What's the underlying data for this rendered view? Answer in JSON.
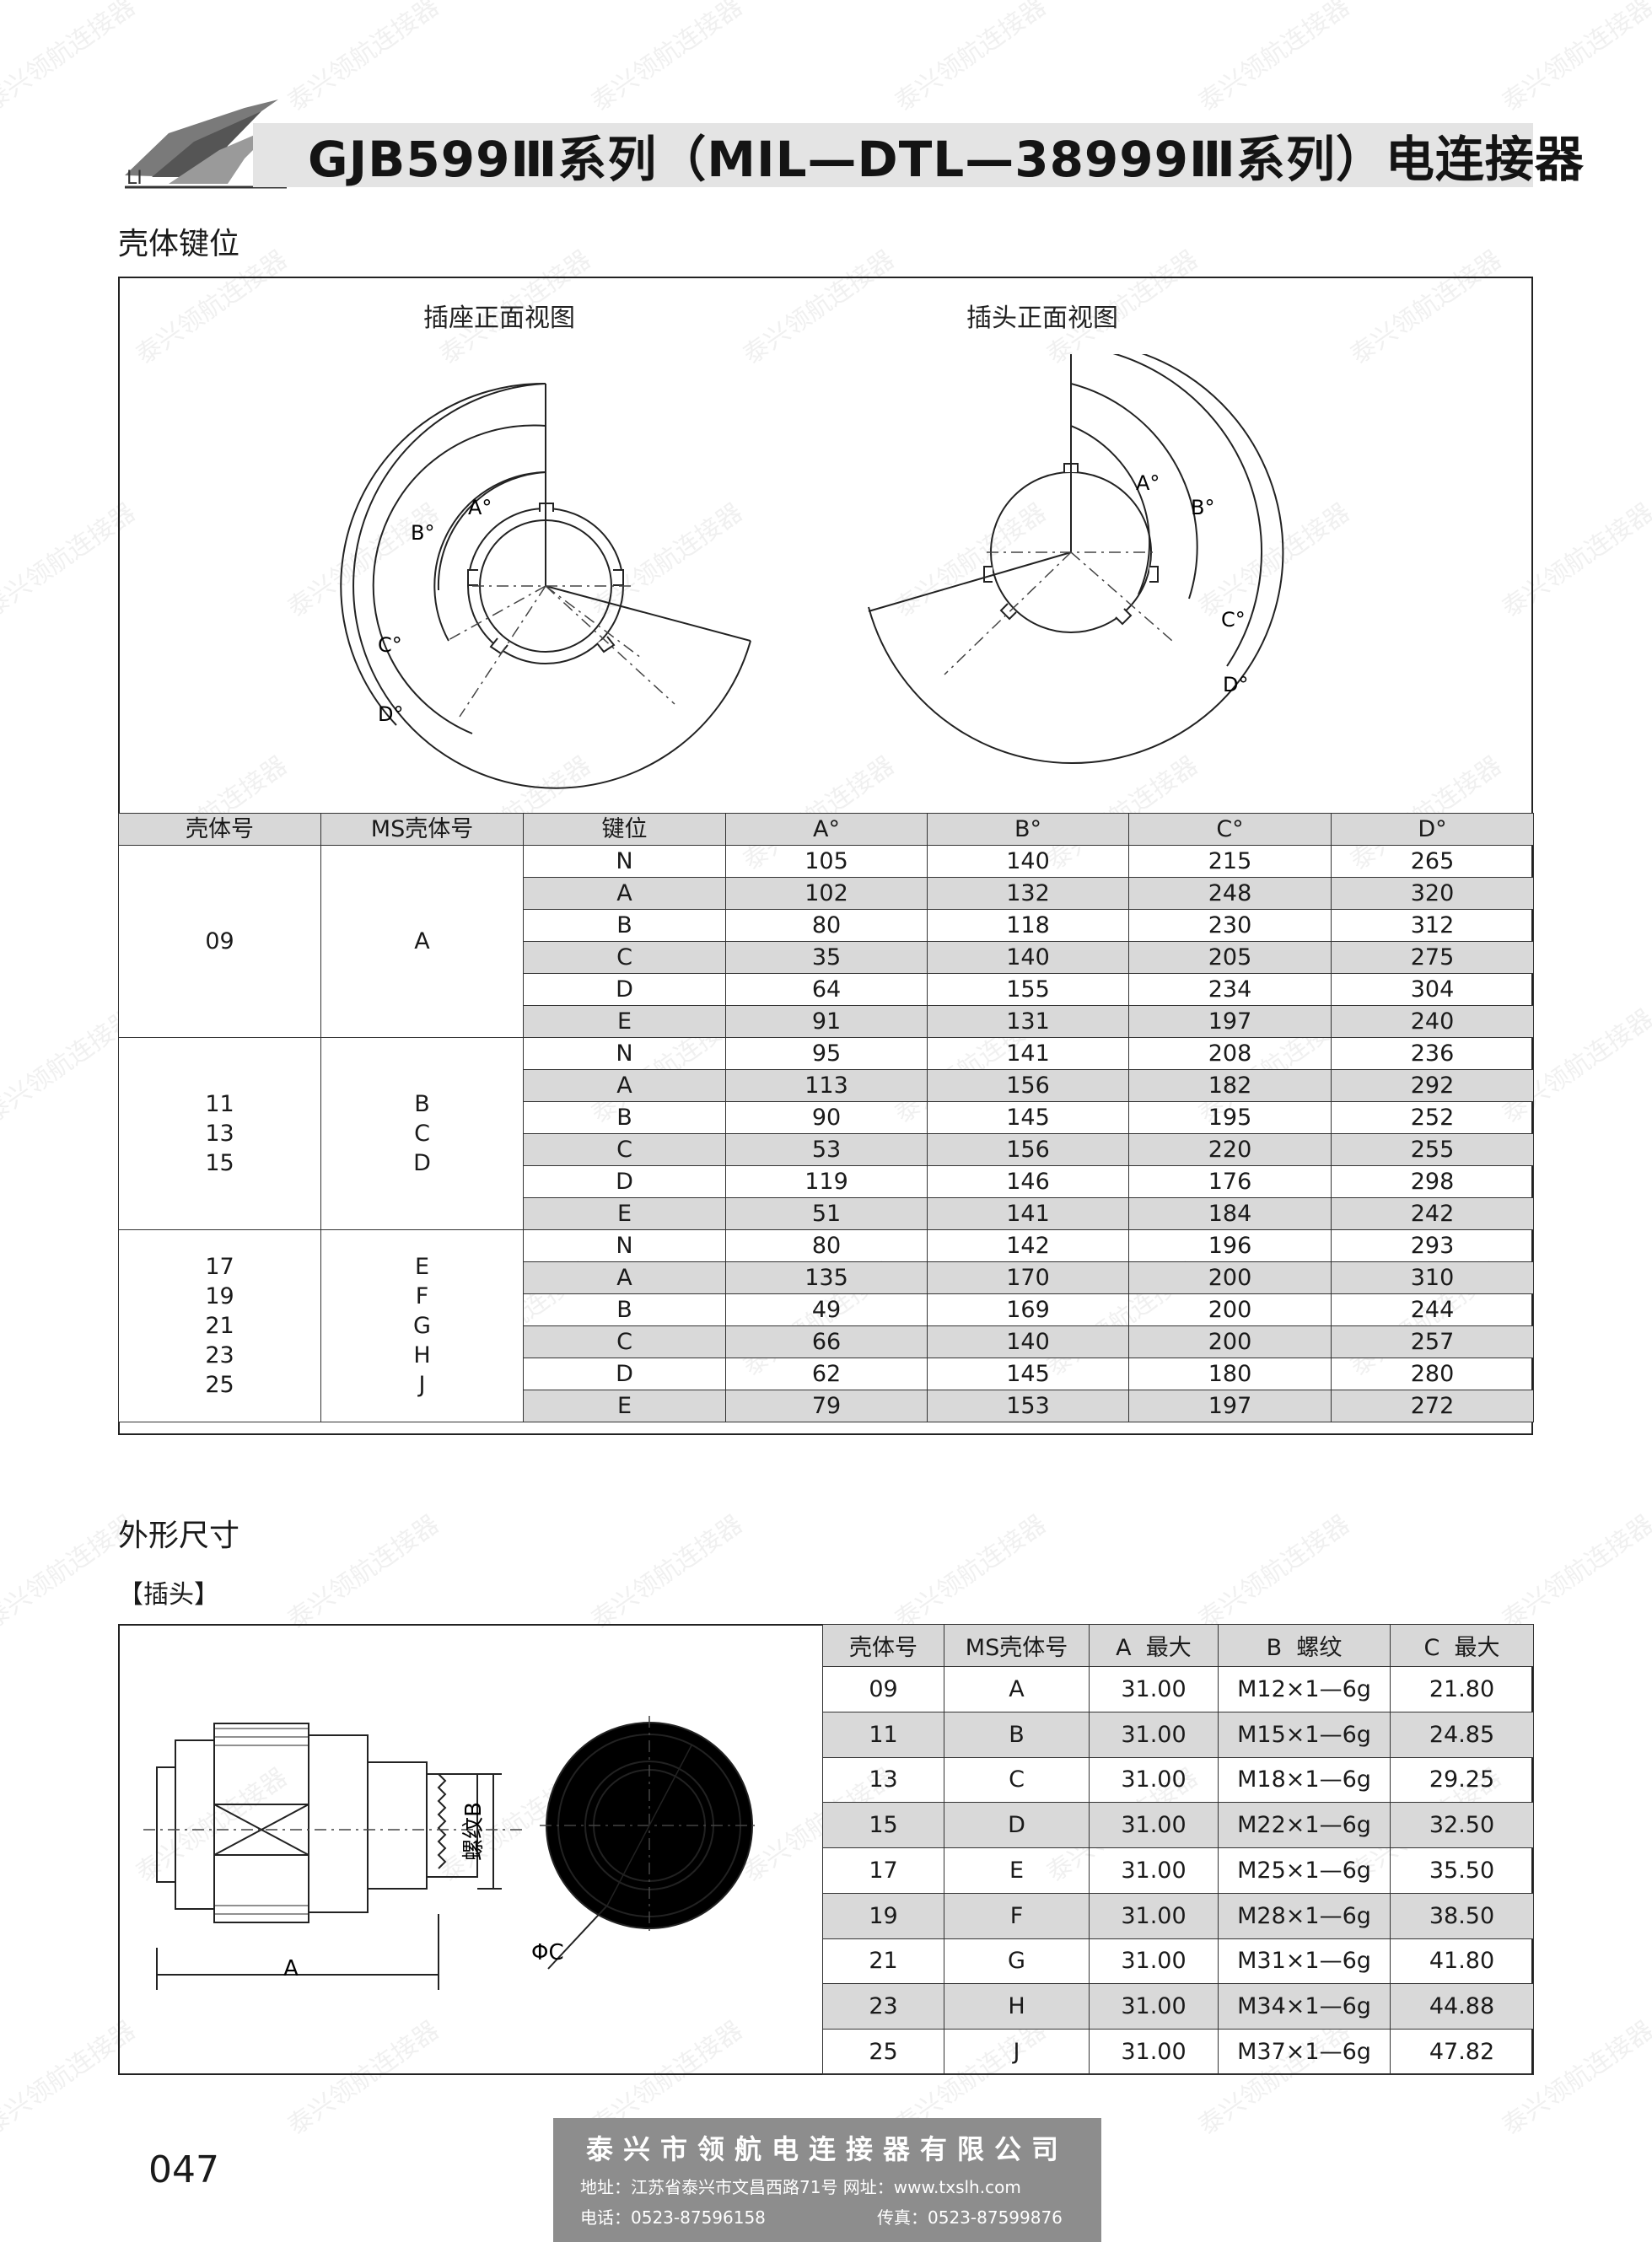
{
  "header": {
    "title": "GJB599Ⅲ系列（MIL—DTL—38999Ⅲ系列）电连接器"
  },
  "key_section": {
    "title": "壳体键位",
    "socket_view_label": "插座正面视图",
    "plug_view_label": "插头正面视图",
    "angle_labels": [
      "A°",
      "B°",
      "C°",
      "D°"
    ],
    "columns": [
      "壳体号",
      "MS壳体号",
      "键位",
      "A°",
      "B°",
      "C°",
      "D°"
    ],
    "groups": [
      {
        "shell": "09",
        "ms": "A",
        "rows": [
          [
            "N",
            "105",
            "140",
            "215",
            "265"
          ],
          [
            "A",
            "102",
            "132",
            "248",
            "320"
          ],
          [
            "B",
            "80",
            "118",
            "230",
            "312"
          ],
          [
            "C",
            "35",
            "140",
            "205",
            "275"
          ],
          [
            "D",
            "64",
            "155",
            "234",
            "304"
          ],
          [
            "E",
            "91",
            "131",
            "197",
            "240"
          ]
        ]
      },
      {
        "shell": "11\n13\n15",
        "ms": "B\nC\nD",
        "rows": [
          [
            "N",
            "95",
            "141",
            "208",
            "236"
          ],
          [
            "A",
            "113",
            "156",
            "182",
            "292"
          ],
          [
            "B",
            "90",
            "145",
            "195",
            "252"
          ],
          [
            "C",
            "53",
            "156",
            "220",
            "255"
          ],
          [
            "D",
            "119",
            "146",
            "176",
            "298"
          ],
          [
            "E",
            "51",
            "141",
            "184",
            "242"
          ]
        ]
      },
      {
        "shell": "17\n19\n21\n23\n25",
        "ms": "E\nF\nG\nH\nJ",
        "rows": [
          [
            "N",
            "80",
            "142",
            "196",
            "293"
          ],
          [
            "A",
            "135",
            "170",
            "200",
            "310"
          ],
          [
            "B",
            "49",
            "169",
            "200",
            "244"
          ],
          [
            "C",
            "66",
            "140",
            "200",
            "257"
          ],
          [
            "D",
            "62",
            "145",
            "180",
            "280"
          ],
          [
            "E",
            "79",
            "153",
            "197",
            "272"
          ]
        ]
      }
    ]
  },
  "dims_section": {
    "title": "外形尺寸",
    "subtitle": "【插头】",
    "drawing_labels": {
      "a": "A",
      "b": "螺纹B",
      "c": "ΦC"
    },
    "columns": [
      "壳体号",
      "MS壳体号",
      "A  最大",
      "B  螺纹",
      "C  最大"
    ],
    "rows": [
      [
        "09",
        "A",
        "31.00",
        "M12×1—6g",
        "21.80"
      ],
      [
        "11",
        "B",
        "31.00",
        "M15×1—6g",
        "24.85"
      ],
      [
        "13",
        "C",
        "31.00",
        "M18×1—6g",
        "29.25"
      ],
      [
        "15",
        "D",
        "31.00",
        "M22×1—6g",
        "32.50"
      ],
      [
        "17",
        "E",
        "31.00",
        "M25×1—6g",
        "35.50"
      ],
      [
        "19",
        "F",
        "31.00",
        "M28×1—6g",
        "38.50"
      ],
      [
        "21",
        "G",
        "31.00",
        "M31×1—6g",
        "41.80"
      ],
      [
        "23",
        "H",
        "31.00",
        "M34×1—6g",
        "44.88"
      ],
      [
        "25",
        "J",
        "31.00",
        "M37×1—6g",
        "47.82"
      ]
    ]
  },
  "footer": {
    "page_number": "047",
    "company": "泰兴市领航电连接器有限公司",
    "address": "地址：江苏省泰兴市文昌西路71号  网址：www.txslh.com",
    "phone": "电话：0523-87596158",
    "fax": "传真：0523-87599876"
  },
  "watermark": "泰兴领航连接器"
}
